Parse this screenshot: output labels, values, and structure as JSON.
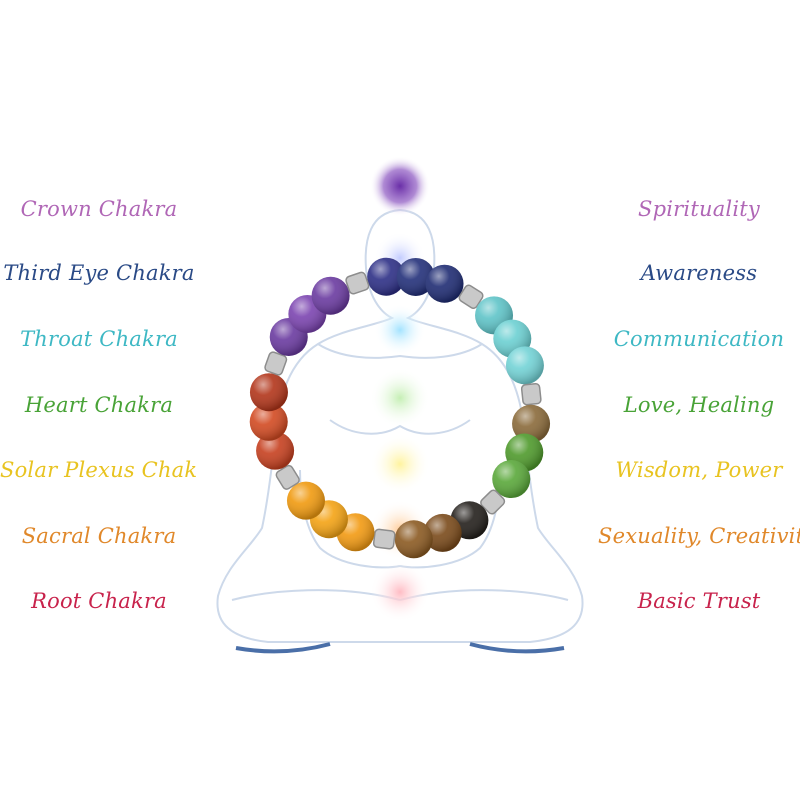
{
  "chakras": [
    {
      "name": "Crown Chakra",
      "meaning": "Spirituality",
      "color": "#b067b6"
    },
    {
      "name": "Third Eye Chakra",
      "meaning": "Awareness",
      "color": "#2a4a86"
    },
    {
      "name": "Throat Chakra",
      "meaning": "Communication",
      "color": "#3eb8c4"
    },
    {
      "name": "Heart Chakra",
      "meaning": "Love, Healing",
      "color": "#49a337"
    },
    {
      "name": "Solar Plexus Chakra",
      "meaning": "Wisdom, Power",
      "color": "#e8c320"
    },
    {
      "name": "Sacral Chakra",
      "meaning": "Sexuality, Creativity",
      "color": "#e0882a"
    },
    {
      "name": "Root Chakra",
      "meaning": "Basic Trust",
      "color": "#c8234c"
    }
  ],
  "glow_colors": [
    "#7a3fb0",
    "#c7d2ff",
    "#a8e6ff",
    "#c9f0b8",
    "#fff3a6",
    "#ffd2a6",
    "#ffc2c8"
  ],
  "figure_line_color": "#cdd9ea",
  "mat_color": "#4a6fa8"
}
